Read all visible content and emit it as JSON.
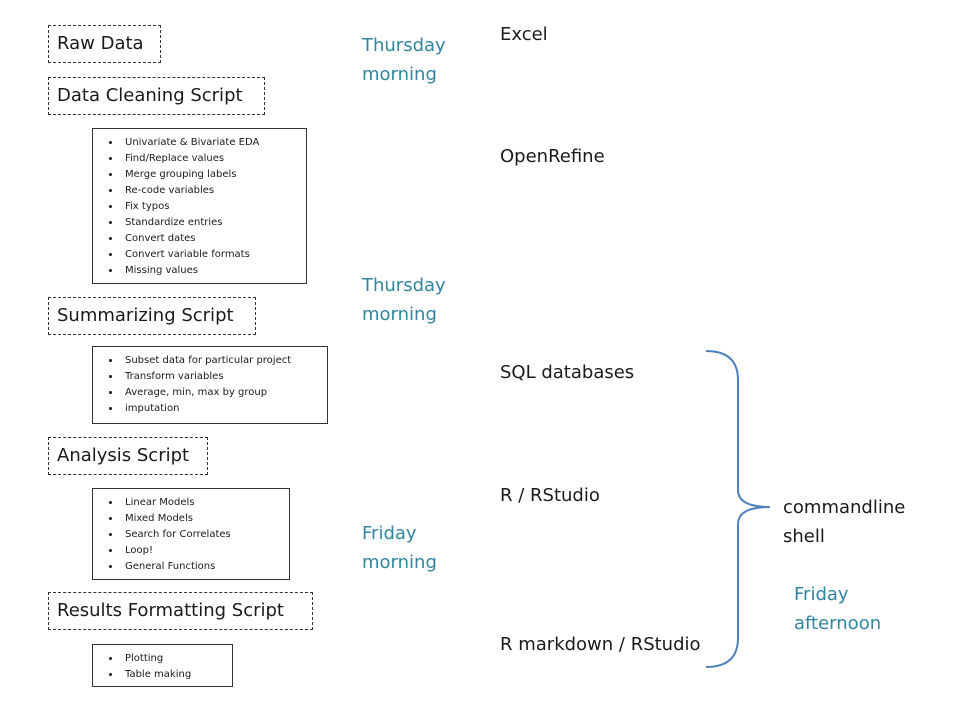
{
  "workflow": {
    "raw_data": "Raw Data",
    "cleaning": {
      "title": "Data Cleaning Script",
      "items": [
        "Univariate & Bivariate EDA",
        "Find/Replace values",
        "Merge grouping labels",
        "Re-code variables",
        "Fix typos",
        "Standardize entries",
        "Convert dates",
        "Convert variable formats",
        "Missing values"
      ]
    },
    "summarizing": {
      "title": "Summarizing Script",
      "items": [
        "Subset data for particular project",
        "Transform variables",
        "Average, min, max by group",
        "imputation"
      ]
    },
    "analysis": {
      "title": "Analysis Script",
      "items": [
        "Linear Models",
        "Mixed Models",
        "Search for Correlates",
        "Loop!",
        "General Functions"
      ]
    },
    "results": {
      "title": "Results Formatting Script",
      "items": [
        "Plotting",
        "Table making"
      ]
    }
  },
  "times": {
    "t1": [
      "Thursday",
      "morning"
    ],
    "t2": [
      "Thursday",
      "morning"
    ],
    "t3": [
      "Friday",
      "morning"
    ],
    "t4": [
      "Friday",
      "afternoon"
    ]
  },
  "tools": {
    "excel": "Excel",
    "openrefine": "OpenRefine",
    "sql": "SQL databases",
    "r": "R / RStudio",
    "rmarkdown": "R markdown / RStudio"
  },
  "shell": [
    "commandline",
    "shell"
  ],
  "colors": {
    "time_text": "#31859c",
    "brace": "#4f81bd",
    "border": "#333333"
  }
}
